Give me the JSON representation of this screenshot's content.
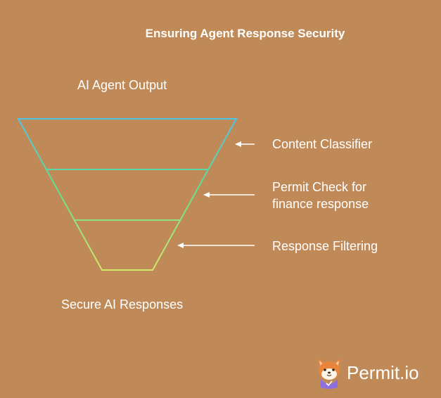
{
  "title": "Ensuring Agent Response Security",
  "top_label": "AI Agent Output",
  "bottom_label": "Secure AI Responses",
  "steps": [
    {
      "line1": "Content Classifier",
      "line2": ""
    },
    {
      "line1": "Permit Check for",
      "line2": "finance response"
    },
    {
      "line1": "Response Filtering",
      "line2": ""
    }
  ],
  "logo": {
    "text": "Permit.io",
    "icon": "shiba-dog-mascot-icon"
  },
  "colors": {
    "background": "#c08a58",
    "funnel_top": "#4fc3e6",
    "funnel_mid": "#5ee08f",
    "funnel_bottom": "#d4e86a",
    "arrow": "#ffffff",
    "text": "#ffffff"
  }
}
